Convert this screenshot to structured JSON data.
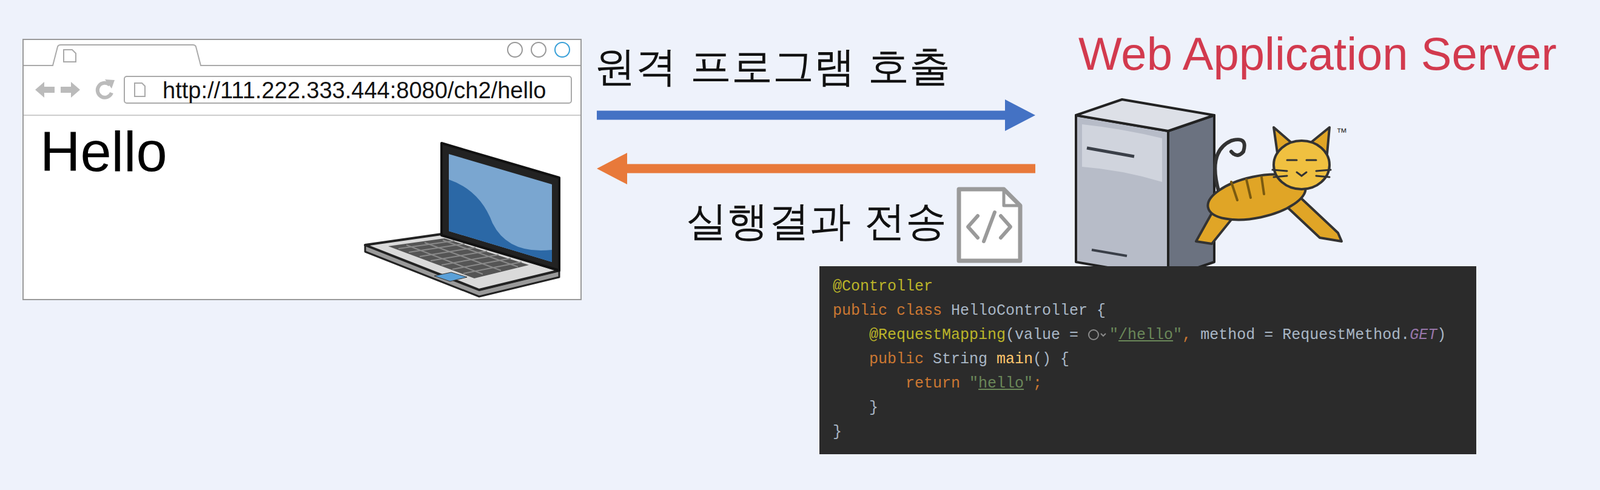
{
  "diagram": {
    "nodes": [
      {
        "text": [
          "http://111.222.333.444:8080/ch2/hello",
          "Hello"
        ]
      },
      {
        "text": [
          "Web Application Server"
        ]
      },
      {
        "text": [
          "@Controller",
          "public class HelloController {",
          "@RequestMapping(value = \"/hello\", method = RequestMethod.GET)",
          "public String main() {",
          "return \"hello\";",
          "}",
          "}"
        ]
      }
    ],
    "edges": [
      {
        "from": 0,
        "to": 1,
        "arrow": "to",
        "label": "원격 프로그램 호출"
      },
      {
        "from": 1,
        "to": 0,
        "arrow": "to",
        "label": "실행결과 전송"
      }
    ],
    "labels": [
      "™"
    ]
  }
}
